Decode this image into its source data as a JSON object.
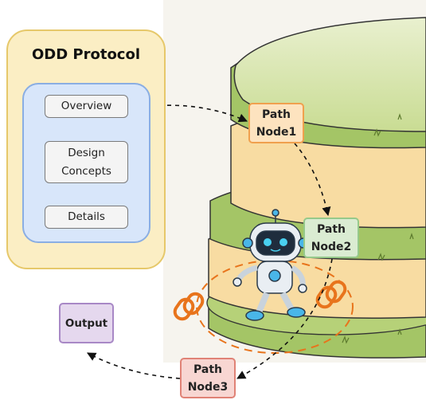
{
  "odd_protocol": {
    "title": "ODD Protocol",
    "steps": {
      "overview": "Overview",
      "design_line1": "Design",
      "design_line2": "Concepts",
      "details": "Details"
    }
  },
  "path_nodes": {
    "node1": {
      "line1": "Path",
      "line2": "Node1"
    },
    "node2": {
      "line1": "Path",
      "line2": "Node2"
    },
    "node3": {
      "line1": "Path",
      "line2": "Node3"
    }
  },
  "output": {
    "label": "Output"
  },
  "colors": {
    "odd_panel": "#fbeec4",
    "odd_inner": "#d8e6fa",
    "node1": "#fde3bf",
    "node2": "#daecd2",
    "node3": "#f8d6d2",
    "output": "#e5d8ee",
    "grass": "#a4c566",
    "band": "#f8dca2",
    "chain": "#e8741c"
  },
  "icons": [
    "robot-icon",
    "chain-link-icon"
  ]
}
